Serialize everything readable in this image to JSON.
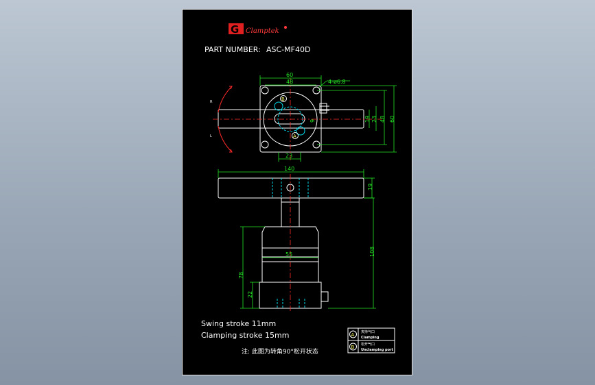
{
  "brand": {
    "logo_letter": "G",
    "name": "Clamptek"
  },
  "part": {
    "label": "PART NUMBER:",
    "number": "ASC-MF40D"
  },
  "dims": {
    "d60_top": "60",
    "d48_top": "48",
    "holes": "4-ø6.8",
    "d9": "9",
    "d19_right": "19",
    "d23_right": "23",
    "d48_right": "48",
    "d60_right": "60",
    "d23_bottom": "23",
    "d140": "140",
    "d19_arm": "19",
    "d108": "108",
    "d55": "55",
    "d78": "78",
    "d22": "22"
  },
  "markers": {
    "b": "B",
    "a": "A",
    "r": "R",
    "l": "L"
  },
  "notes": {
    "swing": "Swing stroke 11mm",
    "clamping": "Clamping stroke 15mm",
    "remark": "注: 此图为转角90°松开状态"
  },
  "legend": [
    {
      "symbol": "A",
      "cn": "夹持气口",
      "en": "Clamping"
    },
    {
      "symbol": "B",
      "cn": "松开气口",
      "en": "Unclamping port"
    }
  ],
  "colors": {
    "logo": "#e02020",
    "dimension": "#25e625",
    "centerline": "#ff2a2a",
    "hidden": "#00d8e8"
  }
}
